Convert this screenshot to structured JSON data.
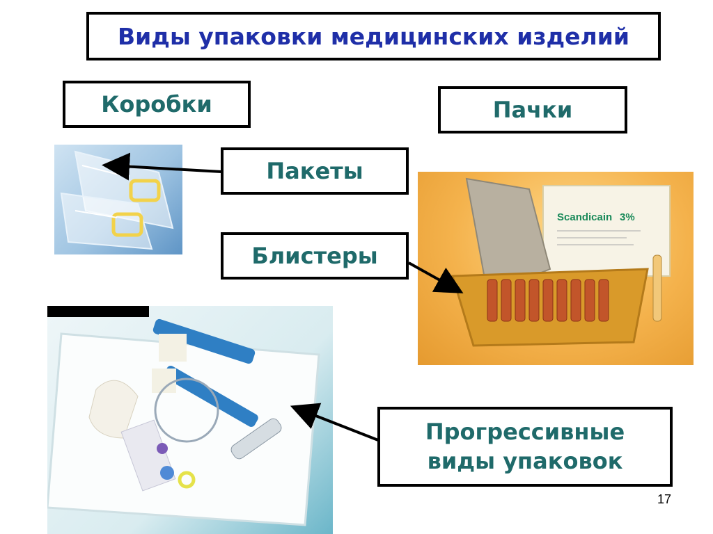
{
  "title": "Виды упаковки медицинских изделий",
  "labels": {
    "boxes": "Коробки",
    "packs": "Пачки",
    "bags": "Пакеты",
    "blisters": "Блистеры",
    "progressive_line1": "Прогрессивные",
    "progressive_line2": "виды упаковок"
  },
  "photos": {
    "blister_product_name": "Scandicain",
    "blister_product_strength": "3%"
  },
  "page_number": "17",
  "colors": {
    "title": "#1f2fa8",
    "labels": "#1f6a6a"
  }
}
